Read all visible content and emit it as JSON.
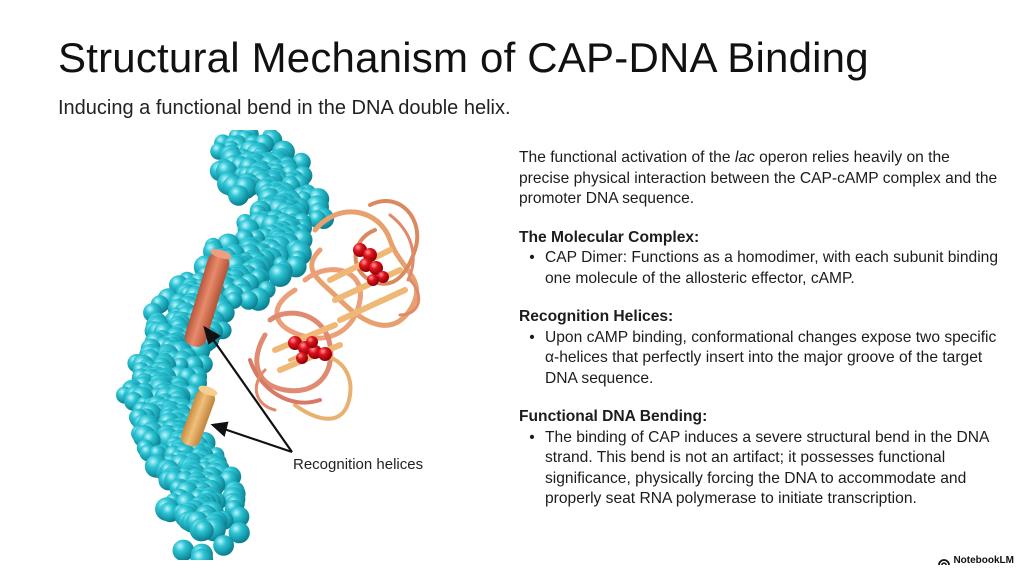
{
  "slide": {
    "title": "Structural Mechanism of CAP-DNA Binding",
    "subtitle": "Inducing a functional bend in the DNA double helix."
  },
  "figure": {
    "callout_label": "Recognition helices",
    "colors": {
      "dna": "#1fb8c8",
      "helix_upper": "#d9775a",
      "helix_lower": "#e3aa62",
      "protein": "#e8a06e",
      "camp": "#e0121c"
    }
  },
  "body": {
    "intro_before": "The functional activation of the ",
    "intro_em": "lac",
    "intro_after": " operon relies heavily on the precise physical interaction between the CAP-cAMP complex and the promoter DNA sequence.",
    "sections": [
      {
        "heading": "The Molecular Complex:",
        "bullet": "CAP Dimer: Functions as a homodimer, with each subunit binding one molecule of the allosteric effector, cAMP."
      },
      {
        "heading": "Recognition Helices:",
        "bullet": "Upon cAMP binding, conformational changes expose two specific α-helices that perfectly insert into the major groove of the target DNA sequence."
      },
      {
        "heading": "Functional DNA Bending:",
        "bullet": "The binding of CAP induces a severe structural bend in the DNA strand. This bend is not an artifact; it possesses functional significance, physically forcing the DNA to accommodate and properly seat RNA polymerase to initiate transcription."
      }
    ]
  },
  "footer": {
    "brand": "NotebookLM",
    "brand_icon": "notebooklm-logo-icon"
  }
}
